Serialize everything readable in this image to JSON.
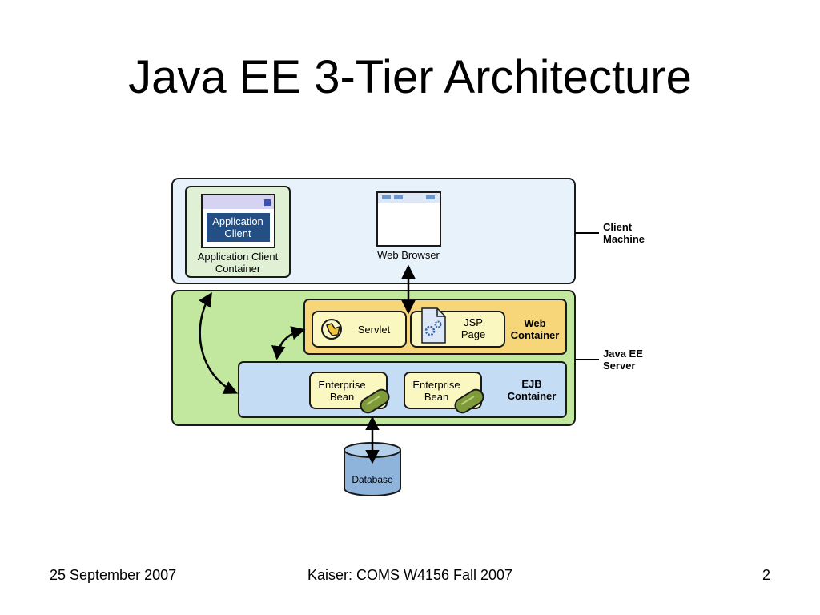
{
  "slide": {
    "title": "Java EE 3-Tier Architecture",
    "footer_date": "25 September 2007",
    "footer_course": "Kaiser: COMS W4156 Fall 2007",
    "page_number": "2"
  },
  "diagram": {
    "app_client_inner_line1": "Application",
    "app_client_inner_line2": "Client",
    "app_client_container_line1": "Application Client",
    "app_client_container_line2": "Container",
    "web_browser": "Web Browser",
    "client_machine_line1": "Client",
    "client_machine_line2": "Machine",
    "servlet": "Servlet",
    "jsp_line1": "JSP",
    "jsp_line2": "Page",
    "web_container_line1": "Web",
    "web_container_line2": "Container",
    "java_ee_server_line1": "Java EE",
    "java_ee_server_line2": "Server",
    "bean1_line1": "Enterprise",
    "bean1_line2": "Bean",
    "bean2_line1": "Enterprise",
    "bean2_line2": "Bean",
    "ejb_container_line1": "EJB",
    "ejb_container_line2": "Container",
    "database": "Database"
  },
  "colors": {
    "client_tier": "#e8f2fb",
    "server_tier": "#c2e8a0",
    "web_container": "#f7d67a",
    "ejb_container": "#c4dcf4",
    "component_box": "#fbf7c0",
    "database": "#8fb4dc",
    "bean_pill": "#7f9a3a"
  }
}
